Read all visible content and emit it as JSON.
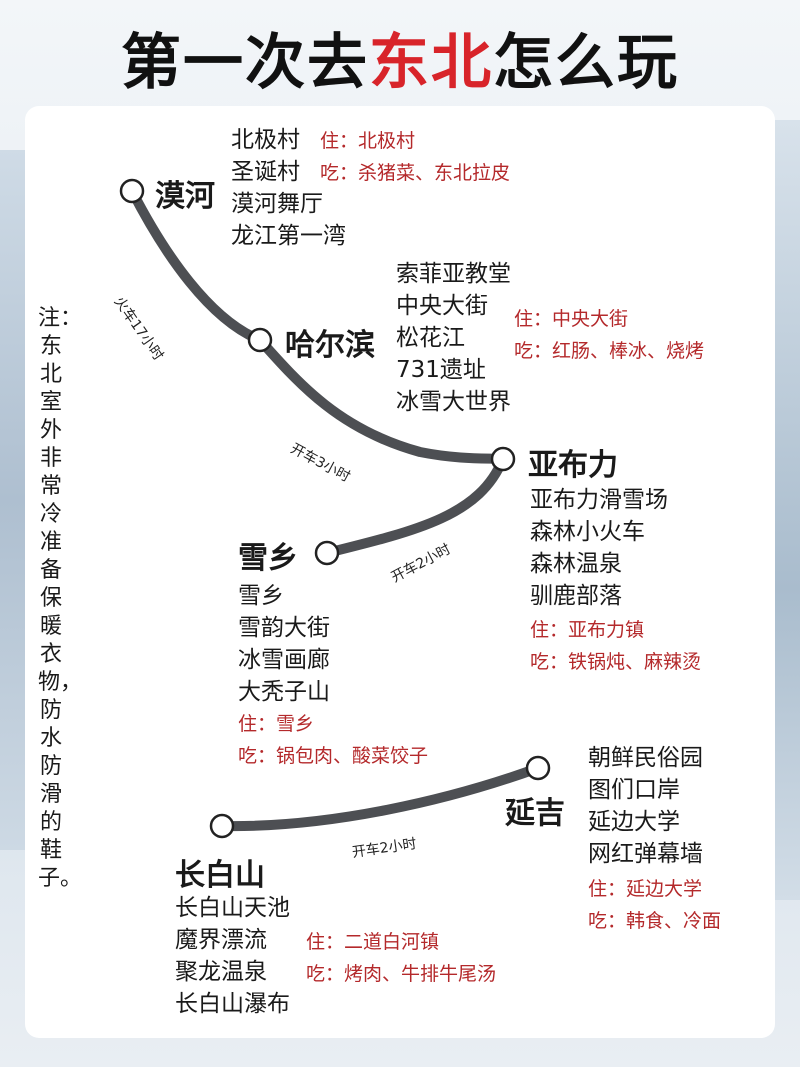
{
  "title": {
    "part1": "第一次去",
    "highlight": "东北",
    "part2": "怎么玩"
  },
  "colors": {
    "accent": "#d8242a",
    "route": "#4d4f53",
    "info_text": "#b4292b"
  },
  "note": "注：东北室外非常冷准备保暖衣物，防水防滑的鞋子。",
  "stops": {
    "mohe": {
      "name": "漠河",
      "spots": [
        "北极村",
        "圣诞村",
        "漠河舞厅",
        "龙江第一湾"
      ],
      "stay": "住：北极村",
      "eat": "吃：杀猪菜、东北拉皮"
    },
    "harbin": {
      "name": "哈尔滨",
      "spots": [
        "索菲亚教堂",
        "中央大街",
        "松花江",
        "731遗址",
        "冰雪大世界"
      ],
      "stay": "住：中央大街",
      "eat": "吃：红肠、棒冰、烧烤"
    },
    "yabuli": {
      "name": "亚布力",
      "spots": [
        "亚布力滑雪场",
        "森林小火车",
        "森林温泉",
        "驯鹿部落"
      ],
      "stay": "住：亚布力镇",
      "eat": "吃：铁锅炖、麻辣烫"
    },
    "xuexiang": {
      "name": "雪乡",
      "spots": [
        "雪乡",
        "雪韵大街",
        "冰雪画廊",
        "大秃子山"
      ],
      "stay": "住：雪乡",
      "eat": "吃：锅包肉、酸菜饺子"
    },
    "yanji": {
      "name": "延吉",
      "spots": [
        "朝鲜民俗园",
        "图们口岸",
        "延边大学",
        "网红弹幕墙"
      ],
      "stay": "住：延边大学",
      "eat": "吃：韩食、冷面"
    },
    "changbaishan": {
      "name": "长白山",
      "spots": [
        "长白山天池",
        "魔界漂流",
        "聚龙温泉",
        "长白山瀑布"
      ],
      "stay": "住：二道白河镇",
      "eat": "吃：烤肉、牛排牛尾汤"
    }
  },
  "legs": {
    "mohe_harbin": "火车17小时",
    "harbin_yabuli": "开车3小时",
    "yabuli_xuexiang": "开车2小时",
    "changbai_yanji": "开车2小时"
  }
}
